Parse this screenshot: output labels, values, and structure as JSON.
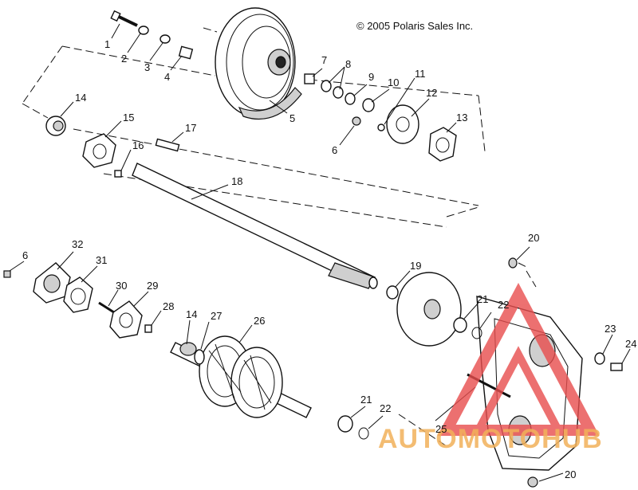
{
  "copyright": "© 2005 Polaris Sales Inc.",
  "watermark": {
    "text": "AUTOMOTOHUB",
    "color": "#e84d4d",
    "text_color": "#f2b15a"
  },
  "callouts": [
    {
      "id": "c1",
      "text": "1"
    },
    {
      "id": "c2",
      "text": "2"
    },
    {
      "id": "c3",
      "text": "3"
    },
    {
      "id": "c4",
      "text": "4"
    },
    {
      "id": "c5",
      "text": "5"
    },
    {
      "id": "c7",
      "text": "7"
    },
    {
      "id": "c8",
      "text": "8"
    },
    {
      "id": "c9",
      "text": "9"
    },
    {
      "id": "c10",
      "text": "10"
    },
    {
      "id": "c11",
      "text": "11"
    },
    {
      "id": "c12",
      "text": "12"
    },
    {
      "id": "c13",
      "text": "13"
    },
    {
      "id": "c6a",
      "text": "6"
    },
    {
      "id": "c14a",
      "text": "14"
    },
    {
      "id": "c15",
      "text": "15"
    },
    {
      "id": "c16",
      "text": "16"
    },
    {
      "id": "c17",
      "text": "17"
    },
    {
      "id": "c18",
      "text": "18"
    },
    {
      "id": "c6b",
      "text": "6"
    },
    {
      "id": "c32",
      "text": "32"
    },
    {
      "id": "c31",
      "text": "31"
    },
    {
      "id": "c30",
      "text": "30"
    },
    {
      "id": "c29",
      "text": "29"
    },
    {
      "id": "c28",
      "text": "28"
    },
    {
      "id": "c14b",
      "text": "14"
    },
    {
      "id": "c27",
      "text": "27"
    },
    {
      "id": "c26",
      "text": "26"
    },
    {
      "id": "c19",
      "text": "19"
    },
    {
      "id": "c20a",
      "text": "20"
    },
    {
      "id": "c21a",
      "text": "21"
    },
    {
      "id": "c22a",
      "text": "22"
    },
    {
      "id": "c23",
      "text": "23"
    },
    {
      "id": "c24",
      "text": "24"
    },
    {
      "id": "c21b",
      "text": "21"
    },
    {
      "id": "c22b",
      "text": "22"
    },
    {
      "id": "c25",
      "text": "25"
    },
    {
      "id": "c20b",
      "text": "20"
    }
  ]
}
